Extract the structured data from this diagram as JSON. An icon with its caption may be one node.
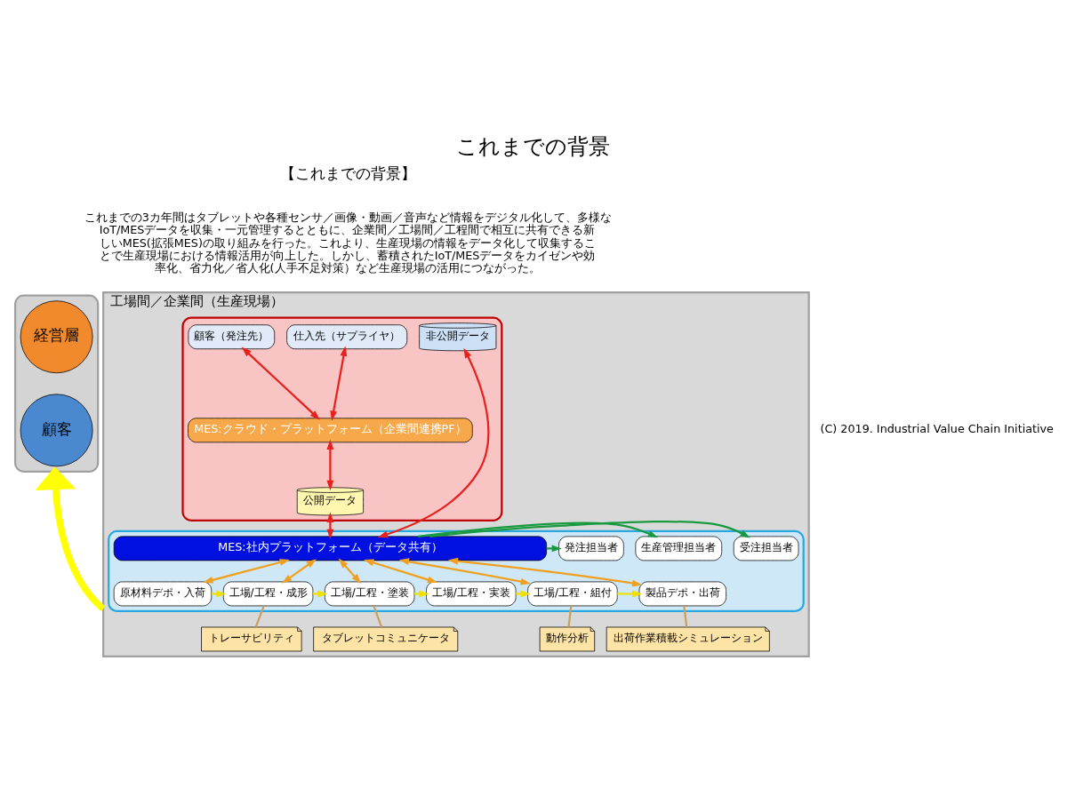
{
  "diagram": {
    "title": "これまでの背景",
    "nodes": [
      {
        "text": [
          "工場間／企業間（生産現場）"
        ]
      },
      {
        "text": [],
        "shape": "box",
        "in": 0
      },
      {
        "text": [
          "顧客（発注先）"
        ],
        "in": 1
      },
      {
        "text": [
          "仕入先（サプライヤ）"
        ],
        "in": 1
      },
      {
        "text": [
          "MES:クラウド・プラットフォーム（企業間連携PF）"
        ],
        "in": 1
      },
      {
        "text": [
          "非公開データ"
        ],
        "in": 1
      },
      {
        "text": [
          "公開データ"
        ],
        "in": 1
      },
      {
        "text": [],
        "shape": "box",
        "in": 0
      },
      {
        "text": [
          "受注担当者"
        ],
        "in": 7
      },
      {
        "text": [
          "生産管理担当者"
        ],
        "in": 7
      },
      {
        "text": [
          "発注担当者"
        ],
        "in": 7
      },
      {
        "text": [
          "MES:社内プラットフォーム（データ共有）"
        ],
        "in": 7
      },
      {
        "text": [
          "原材料デポ・入荷"
        ],
        "in": 7
      },
      {
        "text": [
          "工場/工程・成形"
        ],
        "in": 7
      },
      {
        "text": [
          "工場/工程・塗装"
        ],
        "in": 7
      },
      {
        "text": [
          "工場/工程・実装"
        ],
        "in": 7
      },
      {
        "text": [
          "工場/工程・組付"
        ],
        "in": 7
      },
      {
        "text": [
          "製品デポ・出荷"
        ],
        "in": 7
      },
      {
        "text": [
          "トレーサビリティ"
        ],
        "in": 0
      },
      {
        "text": [
          "タブレットコミュニケータ"
        ],
        "in": 0
      },
      {
        "text": [
          "動作分析"
        ],
        "in": 0
      },
      {
        "text": [
          "出荷作業積載シミュレーション"
        ],
        "in": 0
      },
      {
        "text": [],
        "shape": "box"
      },
      {
        "text": [
          "経営層"
        ],
        "in": 22
      },
      {
        "text": [
          "顧客"
        ],
        "in": 22
      }
    ],
    "edges": [
      {
        "from": 2,
        "to": 4,
        "arrow": "both",
        "color": "#e8201e"
      },
      {
        "from": 3,
        "to": 4,
        "arrow": "both",
        "color": "#e8201e"
      },
      {
        "from": 4,
        "to": 6,
        "arrow": "both",
        "color": "#e8201e"
      },
      {
        "from": 5,
        "to": 11,
        "arrow": "both",
        "color": "#e8201e"
      },
      {
        "from": 6,
        "to": 11,
        "arrow": "both",
        "color": "#e8201e"
      },
      {
        "from": 11,
        "to": 8,
        "arrow": "to",
        "color": "#1a9a40"
      },
      {
        "from": 11,
        "to": 9,
        "arrow": "to",
        "color": "#1a9a40"
      },
      {
        "from": 11,
        "to": 10,
        "arrow": "to",
        "color": "#1a9a40"
      },
      {
        "from": 11,
        "to": 12,
        "arrow": "both",
        "color": "#f0a020"
      },
      {
        "from": 11,
        "to": 13,
        "arrow": "both",
        "color": "#f0a020"
      },
      {
        "from": 11,
        "to": 14,
        "arrow": "both",
        "color": "#f0a020"
      },
      {
        "from": 11,
        "to": 15,
        "arrow": "both",
        "color": "#f0a020"
      },
      {
        "from": 11,
        "to": 16,
        "arrow": "both",
        "color": "#f0a020"
      },
      {
        "from": 11,
        "to": 17,
        "arrow": "both",
        "color": "#f0a020"
      },
      {
        "from": 12,
        "to": 13,
        "arrow": "to",
        "color": "#f0e000"
      },
      {
        "from": 13,
        "to": 14,
        "arrow": "to",
        "color": "#f0e000"
      },
      {
        "from": 14,
        "to": 15,
        "arrow": "to",
        "color": "#f0e000"
      },
      {
        "from": 15,
        "to": 16,
        "arrow": "to",
        "color": "#f0e000"
      },
      {
        "from": 16,
        "to": 17,
        "arrow": "to",
        "color": "#f0e000"
      },
      {
        "from": 13,
        "to": 18,
        "arrow": "none",
        "color": "#c8a060"
      },
      {
        "from": 14,
        "to": 19,
        "arrow": "none",
        "color": "#c8a060"
      },
      {
        "from": 16,
        "to": 20,
        "arrow": "none",
        "color": "#c8a060"
      },
      {
        "from": 17,
        "to": 21,
        "arrow": "none",
        "color": "#c8a060"
      },
      {
        "from": 0,
        "to": 22,
        "arrow": "to",
        "style": "thick",
        "color": "#ffff00"
      }
    ],
    "labels": [
      "【これまでの背景】",
      "これまでの3カ年間はタブレットや各種センサ／画像・動画／音声など情報をデジタル化して、多様なIoT/MESデータを収集・一元管理するとともに、企業間／工場間／工程間で相互に共有できる新しいMES(拡張MES)の取り組みを行った。これより、生産現場の情報をデータ化して収集することで生産現場における情報活用が向上した。しかし、蓄積されたIoT/MESデータをカイゼンや効率化、省力化／省人化(人手不足対策）など生産現場の活用につながった。",
      "(C) 2019. Industrial Value Chain Initiative"
    ]
  }
}
